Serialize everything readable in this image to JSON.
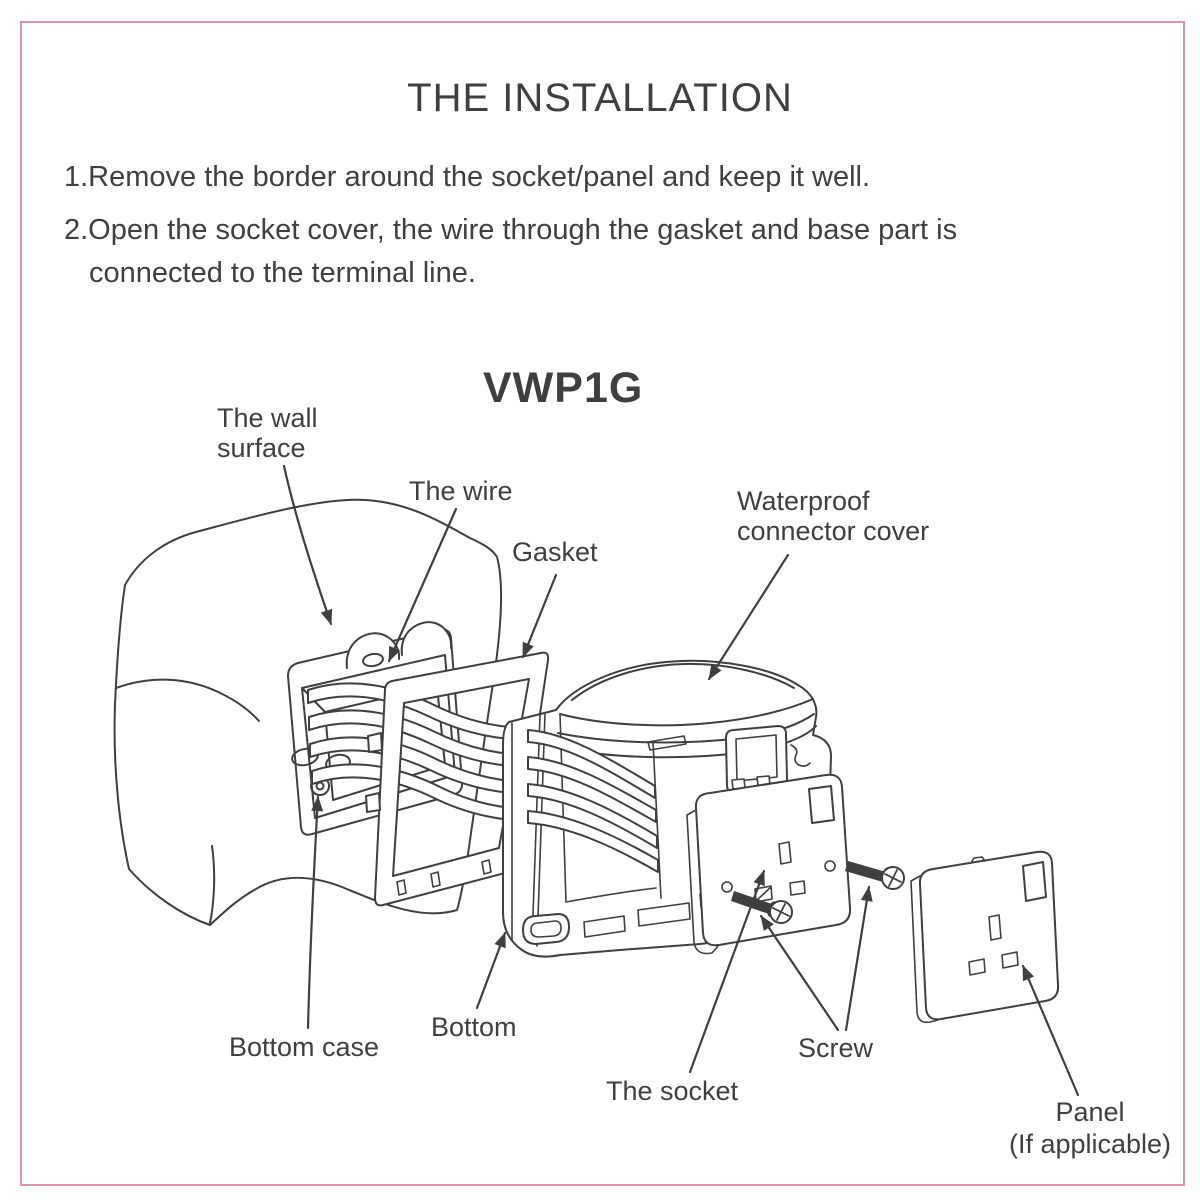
{
  "colors": {
    "ink": "#3f3f3f",
    "border": "#d995ae"
  },
  "header": {
    "title": "THE INSTALLATION"
  },
  "instructions": {
    "item1": "1.Remove the border around the socket/panel and keep it well.",
    "item2_line1": "2.Open the socket cover, the wire through the gasket and base part is",
    "item2_line2": "connected to the terminal line."
  },
  "diagram": {
    "model": "VWP1G",
    "labels": {
      "wall_line1": "The wall",
      "wall_line2": "surface",
      "wire": "The wire",
      "gasket": "Gasket",
      "waterproof_line1": "Waterproof",
      "waterproof_line2": "connector cover",
      "bottom_case": "Bottom case",
      "bottom": "Bottom",
      "socket": "The socket",
      "screw": "Screw",
      "panel_line1": "Panel",
      "panel_line2": "(If applicable)"
    }
  }
}
